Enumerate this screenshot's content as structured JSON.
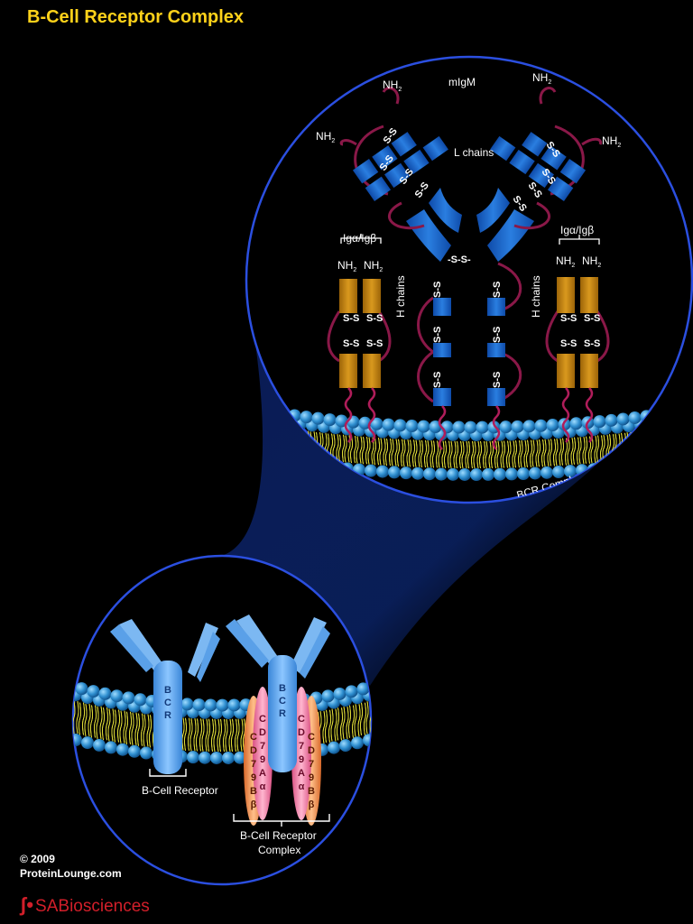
{
  "title": "B-Cell Receptor Complex",
  "top_panel": {
    "immunoglobulin": "mIgM",
    "light_chains": "L chains",
    "heavy_chains": "H chains",
    "amino_terminus": "NH",
    "amino_subscript": "2",
    "disulfide": "S-S",
    "disulfide_bridge": "-S-S-",
    "ig_alpha_beta": "Igα/Igβ",
    "complex_label": "BCR Complex"
  },
  "bottom_panel": {
    "bcr_letters": [
      "B",
      "C",
      "R"
    ],
    "b_cell_receptor": "B-Cell Receptor",
    "complex_line1": "B-Cell Receptor",
    "complex_line2": "Complex",
    "cd79a_letters": [
      "C",
      "D",
      "7",
      "9",
      "A",
      "α"
    ],
    "cd79b_letters": [
      "C",
      "D",
      "7",
      "9",
      "B",
      "β"
    ]
  },
  "footer": {
    "copyright": "© 2009",
    "site": "ProteinLounge.com",
    "brand_prefix": "SA",
    "brand_name": "Biosciences",
    "brand_mark_symbol": "ʃ•"
  },
  "colors": {
    "title": "#ffd21a",
    "domain_blue": "#1d63c8",
    "linker_crimson": "#8a1848",
    "ig_gold": "#c88a16",
    "lipid_head": "#2f8fd0",
    "lipid_tail": "#e6e23a",
    "bcr_light_blue": "#5aa6ee",
    "cd79a_pink": "#f07aa2",
    "cd79b_orange": "#f2914a",
    "brand_red": "#d21f2a"
  }
}
